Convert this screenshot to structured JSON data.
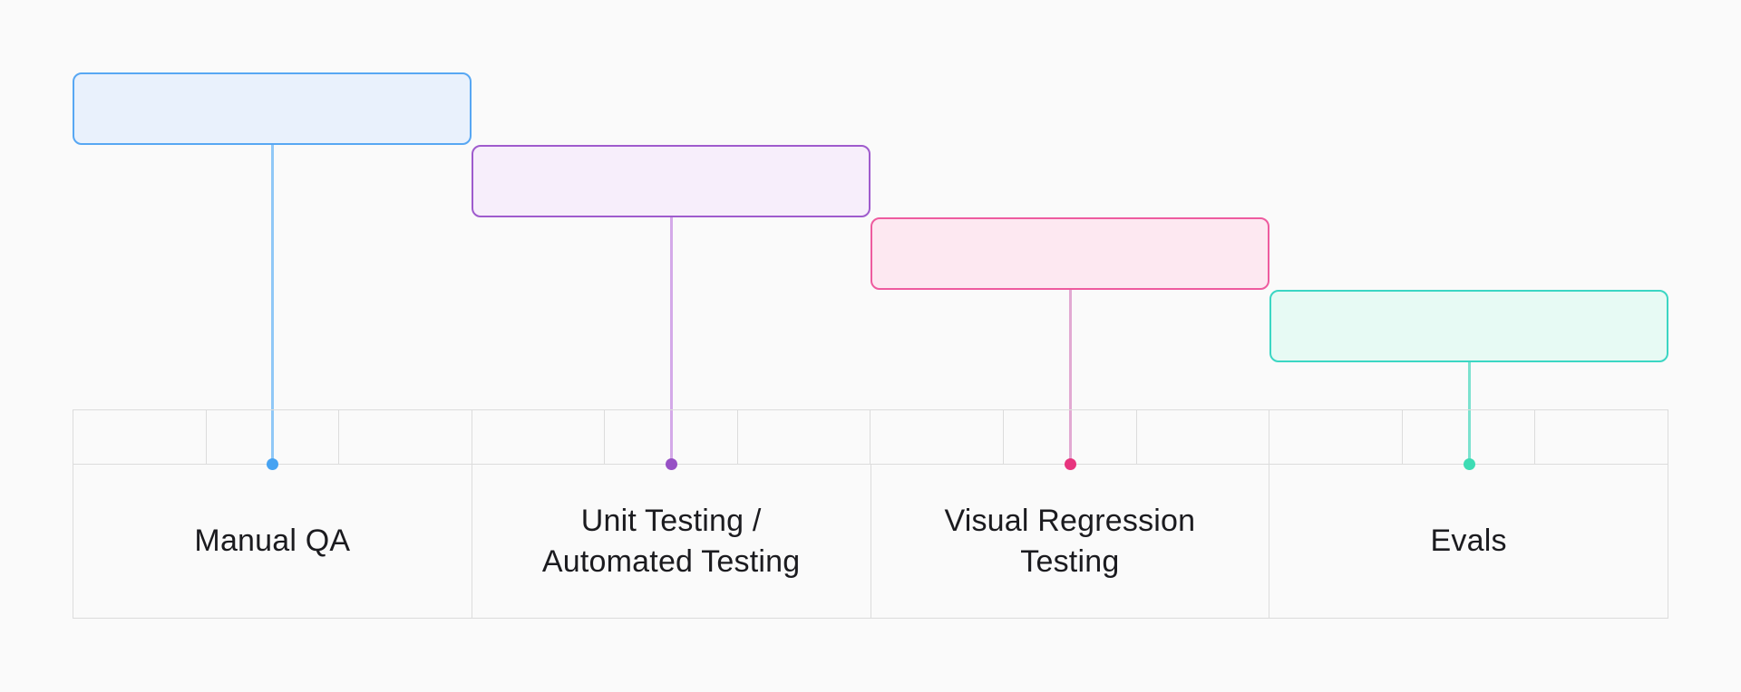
{
  "page": {
    "background_color": "#fafafa",
    "text_color": "#1b1b1f"
  },
  "timeline": {
    "border_color": "#dcdcdc",
    "stage_count": 4,
    "ruler_cells_per_stage": 3
  },
  "stages": [
    {
      "label": "Manual QA",
      "fill_color": "#e9f1fc",
      "border_color": "#57a7f3",
      "line_color": "#90c8f7",
      "dot_color": "#47a3f2"
    },
    {
      "label": "Unit Testing /\nAutomated Testing",
      "fill_color": "#f7eefb",
      "border_color": "#9f5bcd",
      "line_color": "#d4a9e8",
      "dot_color": "#9751c5"
    },
    {
      "label": "Visual Regression\nTesting",
      "fill_color": "#fde8f1",
      "border_color": "#ee5b9f",
      "line_color": "#e2a9d2",
      "dot_color": "#e7357e"
    },
    {
      "label": "Evals",
      "fill_color": "#e7faf4",
      "border_color": "#3bd6c3",
      "line_color": "#7ce2cf",
      "dot_color": "#3edcb4"
    }
  ]
}
